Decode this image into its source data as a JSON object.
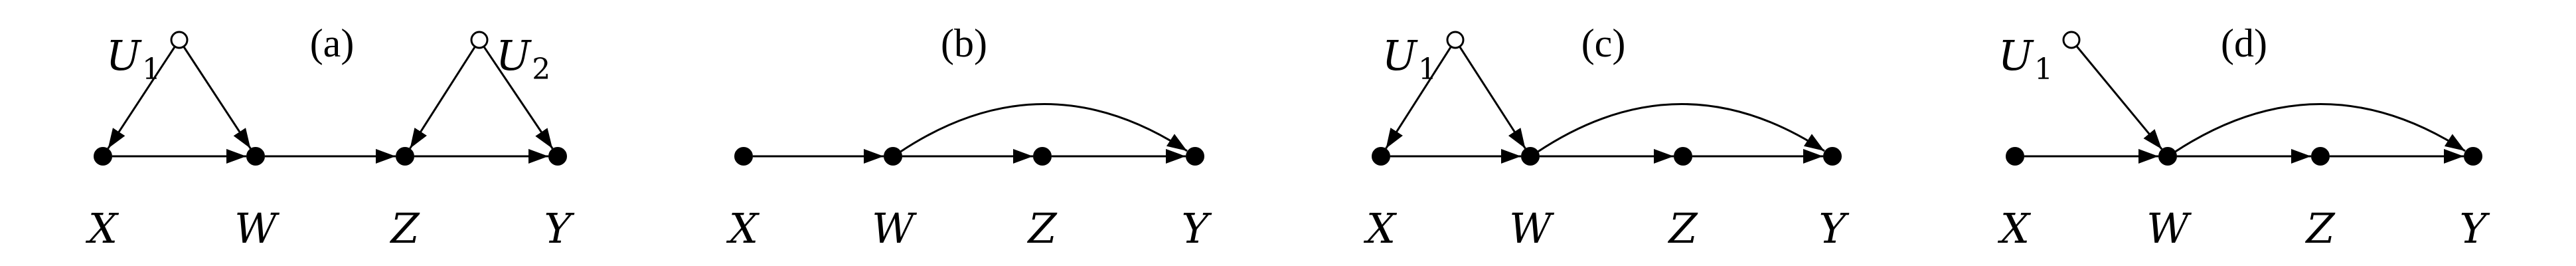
{
  "diagram": {
    "stroke_color": "#000000",
    "node_fill_observed": "#000000",
    "node_fill_latent": "#ffffff",
    "panels": [
      {
        "id": "a",
        "label": "(a)",
        "nodes": [
          {
            "id": "X",
            "name": "X",
            "sub": "",
            "kind": "observed"
          },
          {
            "id": "W",
            "name": "W",
            "sub": "",
            "kind": "observed"
          },
          {
            "id": "Z",
            "name": "Z",
            "sub": "",
            "kind": "observed"
          },
          {
            "id": "Y",
            "name": "Y",
            "sub": "",
            "kind": "observed"
          },
          {
            "id": "U1",
            "name": "U",
            "sub": "1",
            "kind": "latent"
          },
          {
            "id": "U2",
            "name": "U",
            "sub": "2",
            "kind": "latent"
          }
        ],
        "edges": [
          {
            "from": "X",
            "to": "W",
            "shape": "straight"
          },
          {
            "from": "W",
            "to": "Z",
            "shape": "straight"
          },
          {
            "from": "Z",
            "to": "Y",
            "shape": "straight"
          },
          {
            "from": "U1",
            "to": "X",
            "shape": "straight"
          },
          {
            "from": "U1",
            "to": "W",
            "shape": "straight"
          },
          {
            "from": "U2",
            "to": "Z",
            "shape": "straight"
          },
          {
            "from": "U2",
            "to": "Y",
            "shape": "straight"
          }
        ]
      },
      {
        "id": "b",
        "label": "(b)",
        "nodes": [
          {
            "id": "X",
            "name": "X",
            "sub": "",
            "kind": "observed"
          },
          {
            "id": "W",
            "name": "W",
            "sub": "",
            "kind": "observed"
          },
          {
            "id": "Z",
            "name": "Z",
            "sub": "",
            "kind": "observed"
          },
          {
            "id": "Y",
            "name": "Y",
            "sub": "",
            "kind": "observed"
          }
        ],
        "edges": [
          {
            "from": "X",
            "to": "W",
            "shape": "straight"
          },
          {
            "from": "W",
            "to": "Z",
            "shape": "straight"
          },
          {
            "from": "Z",
            "to": "Y",
            "shape": "straight"
          },
          {
            "from": "W",
            "to": "Y",
            "shape": "curved"
          }
        ]
      },
      {
        "id": "c",
        "label": "(c)",
        "nodes": [
          {
            "id": "X",
            "name": "X",
            "sub": "",
            "kind": "observed"
          },
          {
            "id": "W",
            "name": "W",
            "sub": "",
            "kind": "observed"
          },
          {
            "id": "Z",
            "name": "Z",
            "sub": "",
            "kind": "observed"
          },
          {
            "id": "Y",
            "name": "Y",
            "sub": "",
            "kind": "observed"
          },
          {
            "id": "U1",
            "name": "U",
            "sub": "1",
            "kind": "latent"
          }
        ],
        "edges": [
          {
            "from": "X",
            "to": "W",
            "shape": "straight"
          },
          {
            "from": "W",
            "to": "Z",
            "shape": "straight"
          },
          {
            "from": "Z",
            "to": "Y",
            "shape": "straight"
          },
          {
            "from": "U1",
            "to": "X",
            "shape": "straight"
          },
          {
            "from": "U1",
            "to": "W",
            "shape": "straight"
          },
          {
            "from": "W",
            "to": "Y",
            "shape": "curved"
          }
        ]
      },
      {
        "id": "d",
        "label": "(d)",
        "nodes": [
          {
            "id": "X",
            "name": "X",
            "sub": "",
            "kind": "observed"
          },
          {
            "id": "W",
            "name": "W",
            "sub": "",
            "kind": "observed"
          },
          {
            "id": "Z",
            "name": "Z",
            "sub": "",
            "kind": "observed"
          },
          {
            "id": "Y",
            "name": "Y",
            "sub": "",
            "kind": "observed"
          },
          {
            "id": "U1",
            "name": "U",
            "sub": "1",
            "kind": "latent"
          }
        ],
        "edges": [
          {
            "from": "X",
            "to": "W",
            "shape": "straight"
          },
          {
            "from": "W",
            "to": "Z",
            "shape": "straight"
          },
          {
            "from": "Z",
            "to": "Y",
            "shape": "straight"
          },
          {
            "from": "U1",
            "to": "W",
            "shape": "straight"
          },
          {
            "from": "W",
            "to": "Y",
            "shape": "curved"
          }
        ]
      }
    ]
  }
}
